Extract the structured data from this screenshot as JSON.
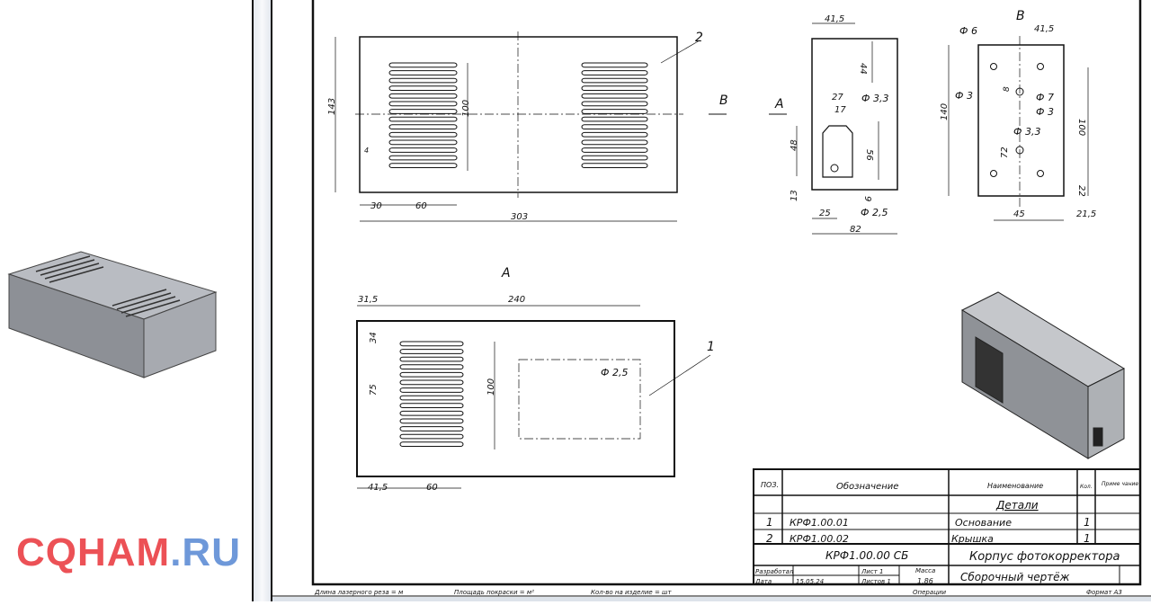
{
  "views": {
    "top": {
      "part_label": "2",
      "view_arrow": "B",
      "dims": {
        "height": "143",
        "slots": "100",
        "gap": "4",
        "offset": "30",
        "slot_w": "60",
        "length": "303"
      }
    },
    "front": {
      "view_arrow": "A",
      "dims": {
        "width_half": "41,5",
        "top": "44",
        "hole": "Ф 3,3",
        "win_w": "27",
        "win_top": "17",
        "win_h": "48",
        "win_total": "56",
        "bottom": "13",
        "hole_off": "9",
        "left": "25",
        "hole2": "Ф 2,5",
        "width": "82"
      }
    },
    "back": {
      "title": "B",
      "dims": {
        "d6": "Ф 6",
        "d3a": "Ф 3",
        "d7": "Ф 7",
        "d3b": "Ф 3",
        "d33": "Ф 3,3",
        "half": "41,5",
        "height": "140",
        "v8": "8",
        "v72": "72",
        "v100": "100",
        "v22": "22",
        "h45": "45",
        "h215": "21,5"
      }
    },
    "bottom": {
      "title": "A",
      "part_label": "1",
      "dims": {
        "off": "31,5",
        "len": "240",
        "v34": "34",
        "v75": "75",
        "v100": "100",
        "hole": "Ф 2,5",
        "left": "41,5",
        "slot_w": "60"
      }
    }
  },
  "spec": {
    "headers": [
      "ПОЗ.",
      "Обозначение",
      "Наименование",
      "Кол.",
      "Приме чание"
    ],
    "section": "Детали",
    "rows": [
      {
        "pos": "1",
        "code": "КРФ1.00.01",
        "name": "Основание",
        "qty": "1"
      },
      {
        "pos": "2",
        "code": "КРФ1.00.02",
        "name": "Крышка",
        "qty": "1"
      }
    ]
  },
  "title_block": {
    "doc_code": "КРФ1.00.00 СБ",
    "name": "Корпус фотокорректора",
    "doc_type": "Сборочный чертёж",
    "developed": "Разработал",
    "date_label": "Дата",
    "date": "15.05.24",
    "sheet": "Лист 1",
    "sheets": "Листов 1",
    "mass_label": "Масса",
    "mass": "1.86"
  },
  "footer": {
    "laser": "Длина лазерного реза = м",
    "paint": "Площадь покраски = м²",
    "qty": "Кол-во на изделие = шт",
    "ops": "Операции",
    "format": "Формат А3"
  },
  "watermark": {
    "text_a": "CQHAM",
    "text_b": ".RU"
  }
}
